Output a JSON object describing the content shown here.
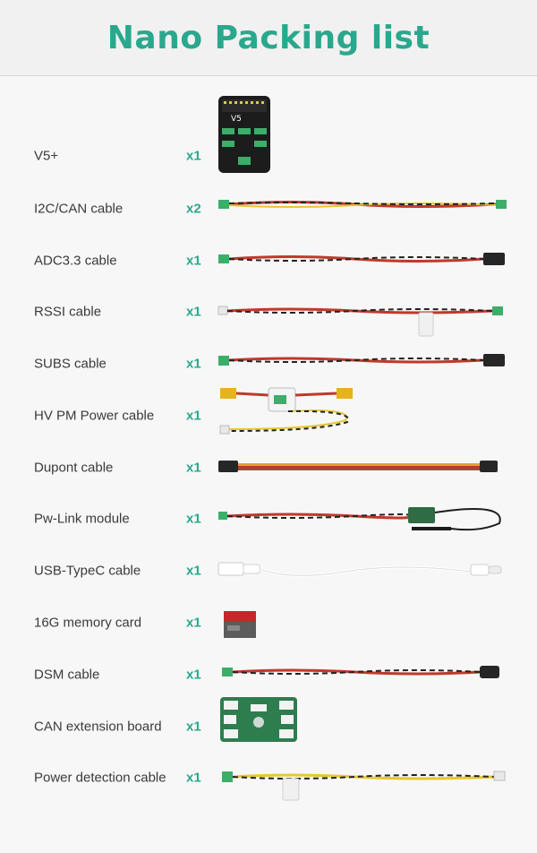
{
  "title": "Nano Packing list",
  "items": [
    {
      "label": "V5+",
      "qty": "x1",
      "icon": "flight-controller-icon"
    },
    {
      "label": "I2C/CAN cable",
      "qty": "x2",
      "icon": "i2c-can-cable-icon"
    },
    {
      "label": "ADC3.3 cable",
      "qty": "x1",
      "icon": "adc-cable-icon"
    },
    {
      "label": "RSSI cable",
      "qty": "x1",
      "icon": "rssi-cable-icon"
    },
    {
      "label": "SUBS cable",
      "qty": "x1",
      "icon": "subs-cable-icon"
    },
    {
      "label": "HV PM Power cable",
      "qty": "x1",
      "icon": "power-module-icon"
    },
    {
      "label": "Dupont cable",
      "qty": "x1",
      "icon": "dupont-cable-icon"
    },
    {
      "label": "Pw-Link module",
      "qty": "x1",
      "icon": "pw-link-module-icon"
    },
    {
      "label": "USB-TypeC cable",
      "qty": "x1",
      "icon": "usb-typec-cable-icon"
    },
    {
      "label": "16G memory card",
      "qty": "x1",
      "icon": "memory-card-icon"
    },
    {
      "label": "DSM cable",
      "qty": "x1",
      "icon": "dsm-cable-icon"
    },
    {
      "label": "CAN extension board",
      "qty": "x1",
      "icon": "can-extension-board-icon"
    },
    {
      "label": "Power detection cable",
      "qty": "x1",
      "icon": "power-detection-cable-icon"
    }
  ],
  "colors": {
    "accent": "#2aa88d",
    "text": "#3a3a3a",
    "connector_green": "#3cae6a"
  }
}
